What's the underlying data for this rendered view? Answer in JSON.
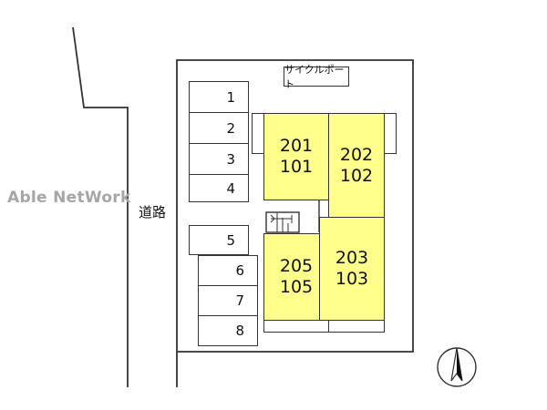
{
  "watermark": "Able NetWork",
  "road_label": "道路",
  "cycle_port_label": "サイクルポート",
  "parking_spaces": [
    "1",
    "2",
    "3",
    "4",
    "5",
    "6",
    "7",
    "8"
  ],
  "units": {
    "u201_101": {
      "upper": "201",
      "lower": "101"
    },
    "u202_102": {
      "upper": "202",
      "lower": "102"
    },
    "u205_105": {
      "upper": "205",
      "lower": "105"
    },
    "u203_103": {
      "upper": "203",
      "lower": "103"
    }
  },
  "colors": {
    "unit_fill": "#ffff8c",
    "line": "#333333",
    "watermark": "#a6a6a6"
  },
  "icons": {
    "north": "north-arrow-icon",
    "stairs": "stairs-icon"
  }
}
